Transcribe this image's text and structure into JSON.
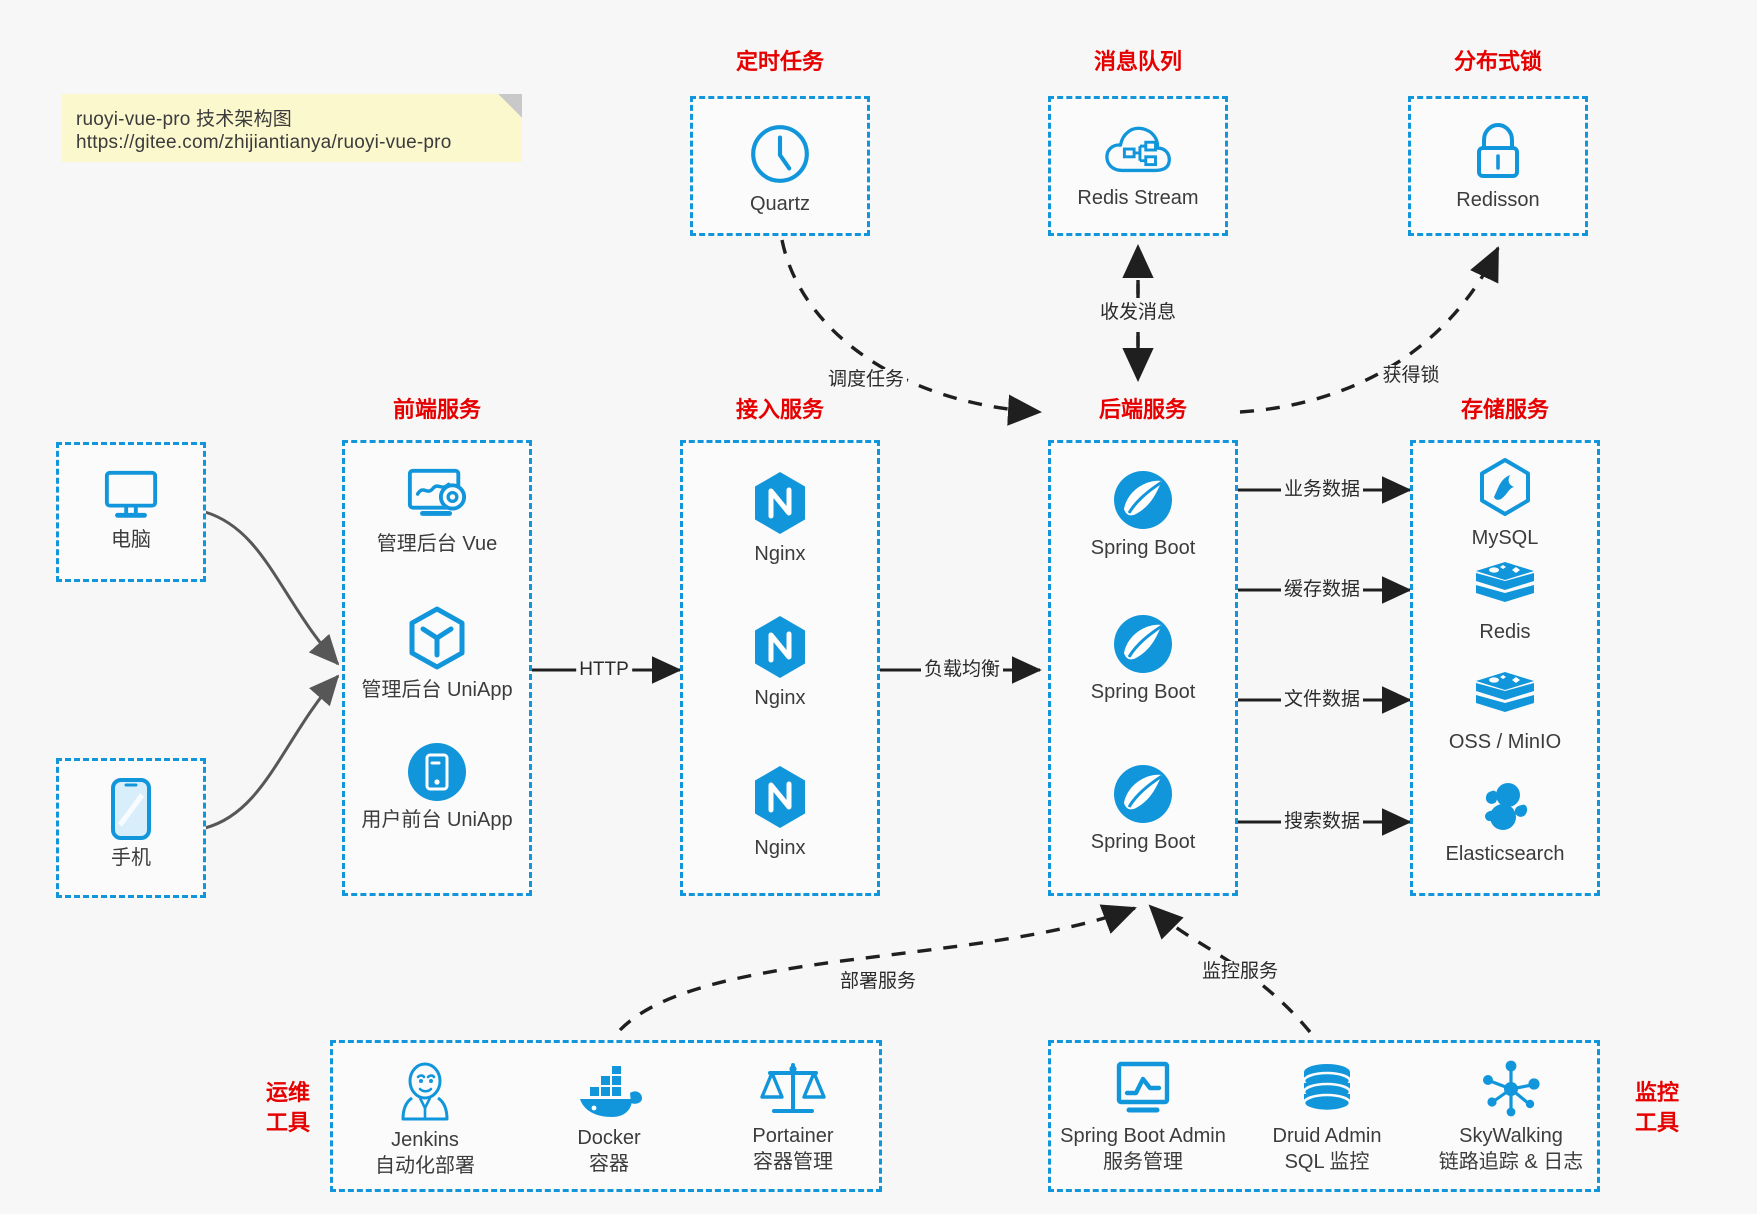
{
  "note": {
    "line1": "ruoyi-vue-pro 技术架构图",
    "line2": "https://gitee.com/zhijiantianya/ruoyi-vue-pro"
  },
  "colors": {
    "accent": "#1296db",
    "heading": "#e60000",
    "note_bg": "#fbf8ce",
    "canvas": "#f7f7f7",
    "edge": "#1f1f1f",
    "curve": "#575757"
  },
  "groups": {
    "scheduler": {
      "title": "定时任务",
      "nodes": [
        {
          "label": "Quartz",
          "icon": "clock-icon"
        }
      ]
    },
    "mq": {
      "title": "消息队列",
      "nodes": [
        {
          "label": "Redis Stream",
          "icon": "cloud-stream-icon"
        }
      ]
    },
    "lock": {
      "title": "分布式锁",
      "nodes": [
        {
          "label": "Redisson",
          "icon": "lock-icon"
        }
      ]
    },
    "clients": {
      "nodes": [
        {
          "label": "电脑",
          "icon": "desktop-monitor-icon"
        },
        {
          "label": "手机",
          "icon": "smartphone-icon"
        }
      ]
    },
    "frontend": {
      "title": "前端服务",
      "nodes": [
        {
          "label": "管理后台 Vue",
          "icon": "dashboard-gear-icon"
        },
        {
          "label": "管理后台 UniApp",
          "icon": "uniapp-cube-icon"
        },
        {
          "label": "用户前台 UniApp",
          "icon": "mobile-app-icon"
        }
      ]
    },
    "gateway": {
      "title": "接入服务",
      "nodes": [
        {
          "label": "Nginx",
          "icon": "nginx-icon"
        },
        {
          "label": "Nginx",
          "icon": "nginx-icon"
        },
        {
          "label": "Nginx",
          "icon": "nginx-icon"
        }
      ]
    },
    "backend": {
      "title": "后端服务",
      "nodes": [
        {
          "label": "Spring Boot",
          "icon": "spring-boot-icon"
        },
        {
          "label": "Spring Boot",
          "icon": "spring-boot-icon"
        },
        {
          "label": "Spring Boot",
          "icon": "spring-boot-icon"
        }
      ]
    },
    "storage": {
      "title": "存储服务",
      "nodes": [
        {
          "label": "MySQL",
          "icon": "mysql-icon"
        },
        {
          "label": "Redis",
          "icon": "redis-icon"
        },
        {
          "label": "OSS / MinIO",
          "icon": "oss-minio-icon"
        },
        {
          "label": "Elasticsearch",
          "icon": "elasticsearch-icon"
        }
      ]
    },
    "devops": {
      "title_line1": "运维",
      "title_line2": "工具",
      "nodes": [
        {
          "label": "Jenkins",
          "sub": "自动化部署",
          "icon": "jenkins-butler-icon"
        },
        {
          "label": "Docker",
          "sub": "容器",
          "icon": "docker-whale-icon"
        },
        {
          "label": "Portainer",
          "sub": "容器管理",
          "icon": "portainer-scales-icon"
        }
      ]
    },
    "monitoring": {
      "title_line1": "监控",
      "title_line2": "工具",
      "nodes": [
        {
          "label": "Spring Boot Admin",
          "sub": "服务管理",
          "icon": "monitor-chart-icon"
        },
        {
          "label": "Druid Admin",
          "sub": "SQL 监控",
          "icon": "database-cylinder-icon"
        },
        {
          "label": "SkyWalking",
          "sub": "链路追踪 & 日志",
          "icon": "skywalking-nodes-icon"
        }
      ]
    }
  },
  "edges": {
    "http": "HTTP",
    "load_balance": "负载均衡",
    "schedule_task": "调度任务",
    "send_receive_message": "收发消息",
    "acquire_lock": "获得锁",
    "business_data": "业务数据",
    "cache_data": "缓存数据",
    "file_data": "文件数据",
    "search_data": "搜索数据",
    "deploy_service": "部署服务",
    "monitor_service": "监控服务"
  }
}
